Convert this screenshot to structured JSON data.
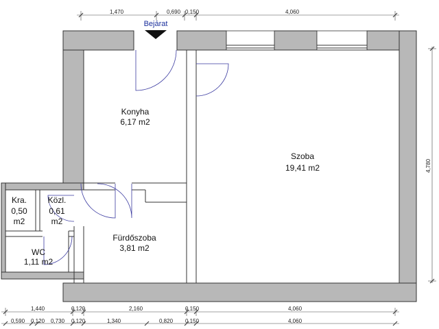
{
  "entrance": {
    "label": "Bejárat"
  },
  "rooms": [
    {
      "id": "konyha",
      "name": "Konyha",
      "area": "6,17 m2"
    },
    {
      "id": "szoba",
      "name": "Szoba",
      "area": "19,41 m2"
    },
    {
      "id": "furdoszoba",
      "name": "Fürdőszoba",
      "area": "3,81 m2"
    },
    {
      "id": "kamra",
      "name": "Kra.",
      "area_value": "0,50",
      "area_unit": "m2"
    },
    {
      "id": "kozlekedo",
      "name": "Közl.",
      "area_value": "0,61",
      "area_unit": "m2"
    },
    {
      "id": "wc",
      "name": "WC",
      "area": "1,11 m2"
    }
  ],
  "dimensions": {
    "top": [
      "1,470",
      "0,690",
      "0,150",
      "4,060"
    ],
    "right": [
      "4,780"
    ],
    "bottom_row1": [
      "1,440",
      "0,120",
      "2,160",
      "0,150",
      "4,060"
    ],
    "bottom_row2": [
      "0,590",
      "0,120",
      "0,730",
      "0,120",
      "1,340",
      "0,820",
      "0,150",
      "4,060"
    ]
  }
}
